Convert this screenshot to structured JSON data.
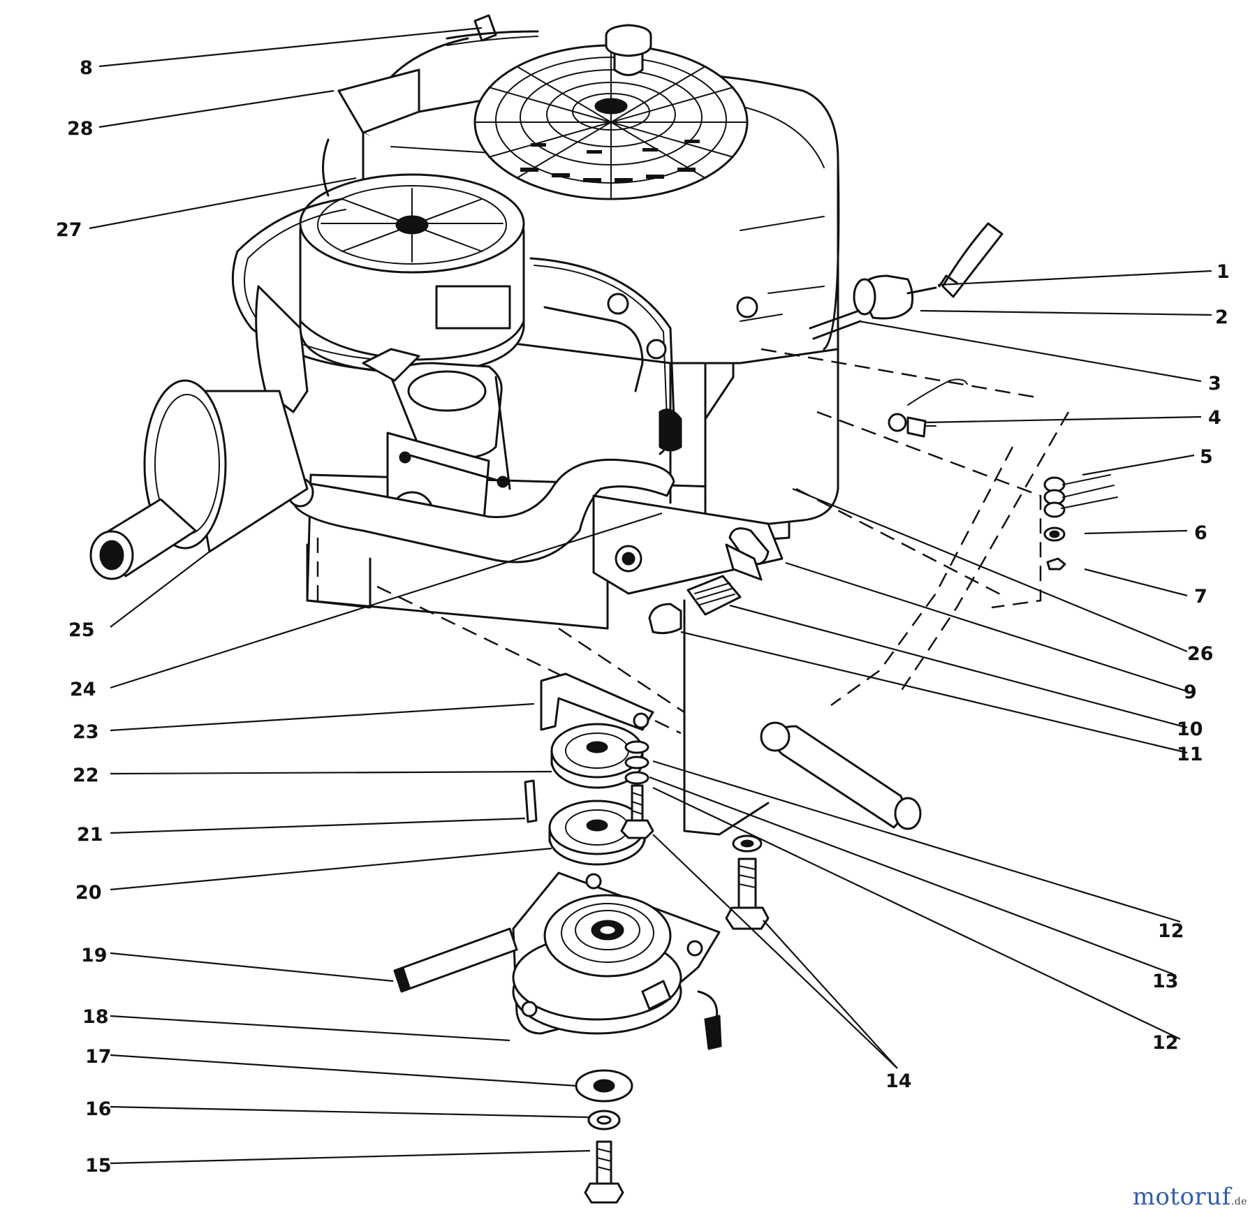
{
  "callouts": [
    {
      "id": "1",
      "label": "1"
    },
    {
      "id": "2",
      "label": "2"
    },
    {
      "id": "3",
      "label": "3"
    },
    {
      "id": "4",
      "label": "4"
    },
    {
      "id": "5",
      "label": "5"
    },
    {
      "id": "6",
      "label": "6"
    },
    {
      "id": "7",
      "label": "7"
    },
    {
      "id": "8",
      "label": "8"
    },
    {
      "id": "9",
      "label": "9"
    },
    {
      "id": "10",
      "label": "10"
    },
    {
      "id": "11",
      "label": "11"
    },
    {
      "id": "12a",
      "label": "12"
    },
    {
      "id": "13",
      "label": "13"
    },
    {
      "id": "12b",
      "label": "12"
    },
    {
      "id": "14",
      "label": "14"
    },
    {
      "id": "15",
      "label": "15"
    },
    {
      "id": "16",
      "label": "16"
    },
    {
      "id": "17",
      "label": "17"
    },
    {
      "id": "18",
      "label": "18"
    },
    {
      "id": "19",
      "label": "19"
    },
    {
      "id": "20",
      "label": "20"
    },
    {
      "id": "21",
      "label": "21"
    },
    {
      "id": "22",
      "label": "22"
    },
    {
      "id": "23",
      "label": "23"
    },
    {
      "id": "24",
      "label": "24"
    },
    {
      "id": "25",
      "label": "25"
    },
    {
      "id": "26",
      "label": "26"
    },
    {
      "id": "27",
      "label": "27"
    },
    {
      "id": "28",
      "label": "28"
    }
  ],
  "watermark": {
    "brand": "motoruf",
    "tld": ".de"
  }
}
